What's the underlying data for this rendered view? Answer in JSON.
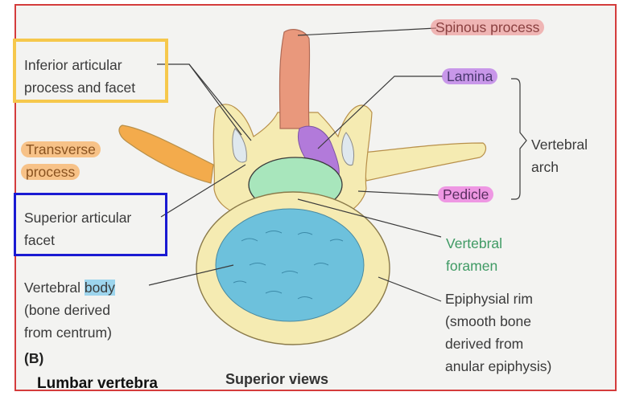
{
  "labels": {
    "spinous_process": "Spinous process",
    "lamina": "Lamina",
    "vertebral_arch_line1": "Vertebral",
    "vertebral_arch_line2": "arch",
    "pedicle": "Pedicle",
    "inferior_articular_line1": "Inferior articular",
    "inferior_articular_line2": "process and facet",
    "transverse_line1": "Transverse",
    "transverse_line2": "process",
    "superior_articular_line1": "Superior articular",
    "superior_articular_line2": "facet",
    "vertebral_body_prefix": "Vertebral ",
    "vertebral_body_word": "body",
    "vertebral_body_line2": "(bone  derived",
    "vertebral_body_line3": "from centrum)",
    "vertebral_foramen_line1": "Vertebral",
    "vertebral_foramen_line2": "foramen",
    "epiphysial_line1": "Epiphysial rim",
    "epiphysial_line2": "(smooth bone",
    "epiphysial_line3": "derived from",
    "epiphysial_line4": "anular epiphysis)",
    "figure_letter": "(B)",
    "caption": "Lumbar vertebra",
    "view_caption": "Superior views"
  },
  "colors": {
    "panel_border": "#d43c3c",
    "yellow_frame": "#f6c84c",
    "blue_frame": "#1a1ad2",
    "bone": "#f5ebb2",
    "spinous_highlight": "#e9987c",
    "lamina_highlight": "#b27ada",
    "transverse_highlight": "#f3ab4c",
    "foramen_fill": "#a8e6bc",
    "body_fill": "#6dc1dc"
  }
}
